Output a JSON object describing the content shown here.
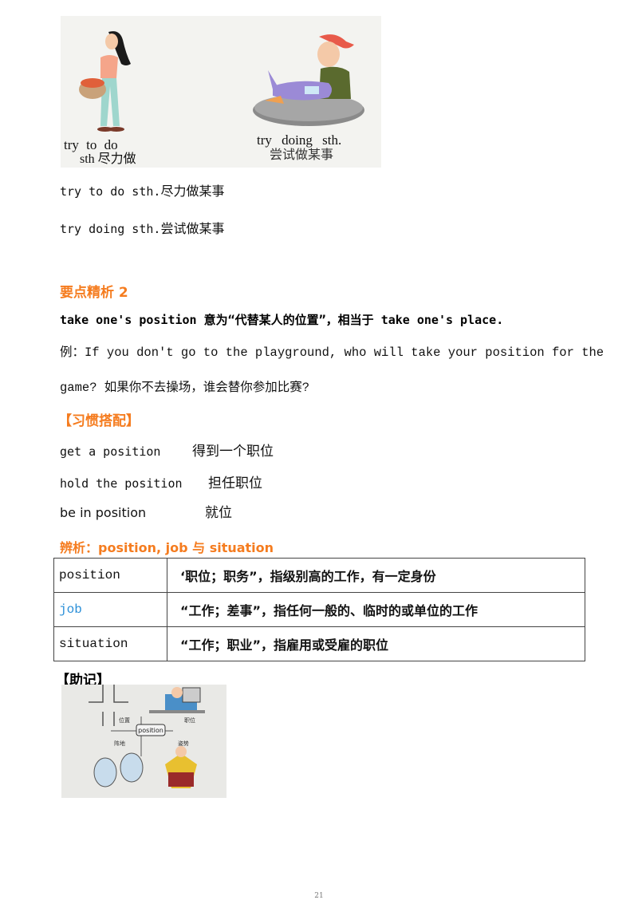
{
  "illustration_top": {
    "left_caption_line1": "try to do",
    "left_caption_line2": "sth 尽力做",
    "right_caption_line1": "try doing sth.",
    "right_caption_line2": "尝试做某事",
    "left_figure": "girl-carrying-basket",
    "right_figure": "boy-with-toy-airplane"
  },
  "phrases": [
    {
      "en": "try to do sth.",
      "zh": "尽力做某事"
    },
    {
      "en": "try doing sth.",
      "zh": "尝试做某事"
    }
  ],
  "section2": {
    "heading": "要点精析 2",
    "definition": "take one's position 意为“代替某人的位置”，相当于 take one's place.",
    "example_line1": "例：If you don't go to the playground, who will take your position for the",
    "example_line2": "game?  如果你不去操场，谁会替你参加比赛?"
  },
  "collocations": {
    "heading": "【习惯搭配】",
    "items": [
      {
        "en": "get a position",
        "zh": "得到一个职位"
      },
      {
        "en": "hold the position",
        "zh": "担任职位"
      },
      {
        "en": "be in position",
        "zh": "就位"
      }
    ]
  },
  "comparison": {
    "heading": "辨析：position, job 与 situation",
    "rows": [
      {
        "term": "position",
        "definition": "‘职位；职务”，指级别高的工作，有一定身份"
      },
      {
        "term": "job",
        "definition": "“工作；差事”，指任何一般的、临时的或单位的工作"
      },
      {
        "term": "situation",
        "definition": "“工作；职业”，指雇用或受雇的职位"
      }
    ]
  },
  "mnemonic": {
    "heading": "【助记】",
    "center_label": "position",
    "labels": [
      "位置",
      "职位",
      "阵地",
      "姿势"
    ]
  },
  "page": {
    "number": "21"
  },
  "colors": {
    "accent_orange": "#f57c1f",
    "link_blue": "#2a8fd8",
    "text": "#111111"
  }
}
